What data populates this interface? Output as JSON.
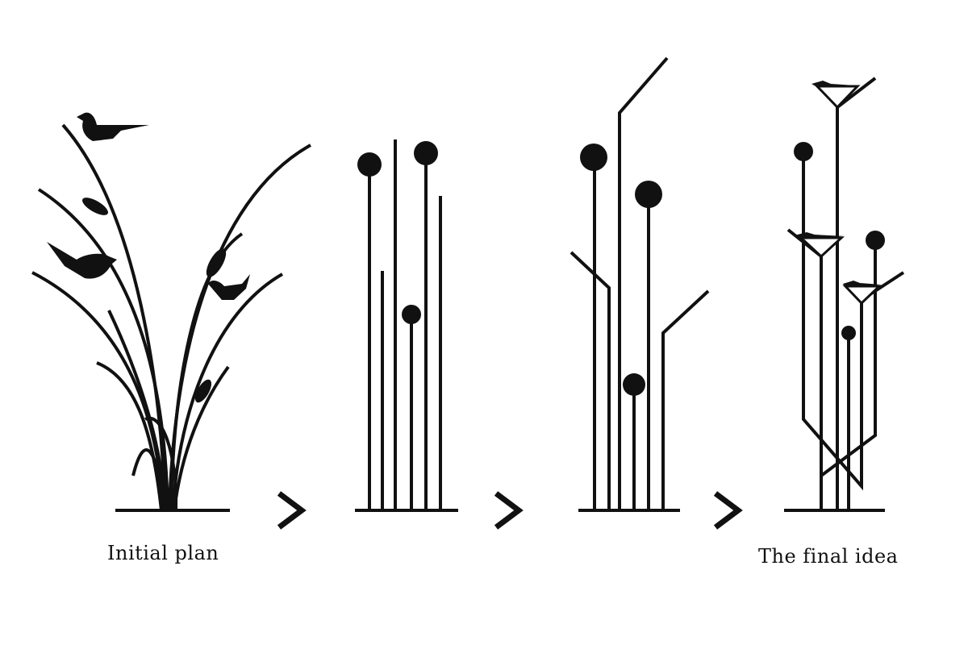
{
  "captions": {
    "initial": "Initial plan",
    "final": "The final idea"
  },
  "colors": {
    "ink": "#111111",
    "background": "#ffffff"
  },
  "stages": [
    "reed-plant-with-birds",
    "straight-stems-with-dots",
    "angled-stems-with-dots",
    "branching-stems-with-birds"
  ]
}
